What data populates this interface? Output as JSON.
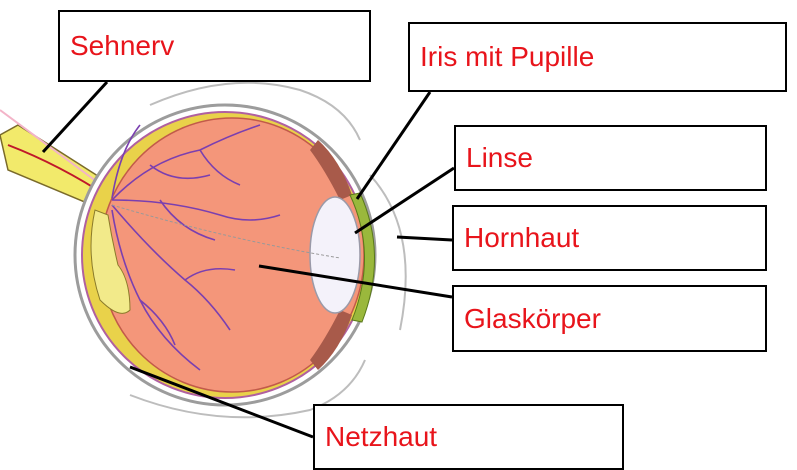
{
  "labels": {
    "sehnerv": "Sehnerv",
    "iris": "Iris mit Pupille",
    "linse": "Linse",
    "hornhaut": "Hornhaut",
    "glaskoerper": "Glaskörper",
    "netzhaut": "Netzhaut"
  },
  "colors": {
    "label_text": "#e8141b",
    "eye_body": "#f4967a",
    "retina_layer": "#f2ea8a",
    "sclera_outline": "#9c9c9c",
    "vessels": "#7a3fb0",
    "optic_nerve": "#f2ea6b",
    "cornea_green": "#9ab83c",
    "lens": "#f4f2fa",
    "leader_line": "#000000"
  }
}
